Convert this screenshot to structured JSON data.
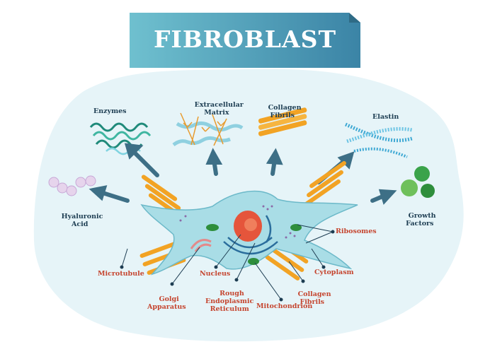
{
  "title": "FIBROBLAST",
  "labels": {
    "enzymes": "Enzymes",
    "extracellular_matrix": "Extracellular\nMatrix",
    "collagen_fibrils_top": "Collagen\nFibrils",
    "elastin": "Elastin",
    "hyaluronic_acid": "Hyaluronic\nAcid",
    "growth_factors": "Growth\nFactors",
    "ribosomes": "Ribosomes",
    "microtubule": "Microtubule",
    "golgi_apparatus": "Golgi\nApparatus",
    "nucleus": "Nucleus",
    "rough_er": "Rough\nEndoplasmic\nReticulum",
    "mitochondrion": "Mitochondrion",
    "collagen_fibrils_bottom": "Collagen\nFibrils",
    "cytoplasm": "Cytoplasm"
  },
  "colors": {
    "background_blob": "#e6f4f8",
    "banner": "#4a9bb4",
    "cell": "#a9dde6",
    "arrow": "#3d6f86",
    "fiber": "#f2a324",
    "nucleus": "#e5553b",
    "label_dark": "#1d3d52",
    "label_red": "#c5452f"
  }
}
